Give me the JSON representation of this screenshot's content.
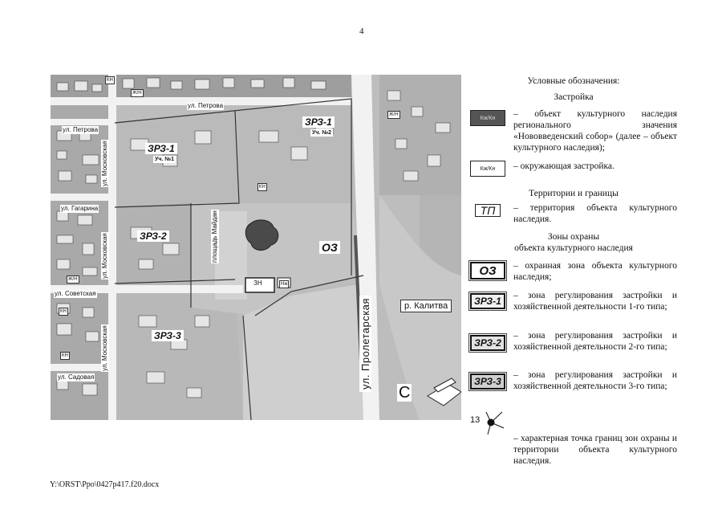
{
  "page": {
    "number": "4",
    "footer": "Y:\\ORST\\Ppo\\0427p417.f20.docx"
  },
  "map": {
    "streets": {
      "petrova_top": "ул. Петрова",
      "petrova_left": "ул. Петрова",
      "moskovskaya_top": "ул. Московская",
      "moskovskaya_mid": "ул. Московская",
      "moskovskaya_bot": "ул. Московская",
      "gagarina": "ул. Гагарина",
      "sovetskaya": "ул. Советская",
      "sadovaya": "ул. Садовая",
      "proletarskaya": "ул. Пролетарская",
      "square": "площадь Майдан"
    },
    "zones": {
      "zrz1_left": "ЗРЗ-1",
      "zrz1_left_sub": "Уч. №1",
      "zrz1_right": "ЗРЗ-1",
      "zrz1_right_sub": "Уч. №2",
      "zrz2": "ЗРЗ-2",
      "zrz3": "ЗРЗ-3",
      "oz": "ОЗ"
    },
    "building_codes": {
      "kn": "КН",
      "zhn": "Ж/Н",
      "zn": "ЗН",
      "nezh": "Нж"
    },
    "river": "р. Калитва",
    "compass": "С"
  },
  "legend": {
    "title": "Условные обозначения:",
    "sections": {
      "buildings": "Застройка",
      "territories": "Территории и границы",
      "zones_line1": "Зоны охраны",
      "zones_line2": "объекта культурного наследия"
    },
    "items": {
      "heritage_object": {
        "symbol": "Кж/Кн",
        "text": "– объект культурного наследия регионального значения «Нововведенский собор» (далее – объект культурного наследия);"
      },
      "surrounding": {
        "symbol": "Кж/Кн",
        "text": "– окружающая застройка."
      },
      "territory": {
        "symbol": "ТП",
        "text": "– территория объекта культурного наследия."
      },
      "oz": {
        "symbol": "ОЗ",
        "text": "– охранная зона объекта культурного наследия;"
      },
      "zrz1": {
        "symbol": "ЗРЗ-1",
        "text": "– зона регулирования застройки и хозяйственной деятельности 1-го типа;"
      },
      "zrz2": {
        "symbol": "ЗРЗ-2",
        "text": "– зона регулирования застройки и хозяйственной деятельности 2-го типа;"
      },
      "zrz3": {
        "symbol": "ЗРЗ-3",
        "text": "– зона регулирования застройки и хозяйственной деятельности 3-го типа;"
      },
      "point": {
        "symbol": "13",
        "text": "– характерная точка границ зон охраны и территории объекта культурного наследия."
      }
    }
  },
  "colors": {
    "zone_dark": "#555555",
    "zone_light": "#c9c9c9",
    "river_area": "#bdbdbd",
    "road": "#f2f2f2",
    "heritage": "#4a4a4a"
  }
}
